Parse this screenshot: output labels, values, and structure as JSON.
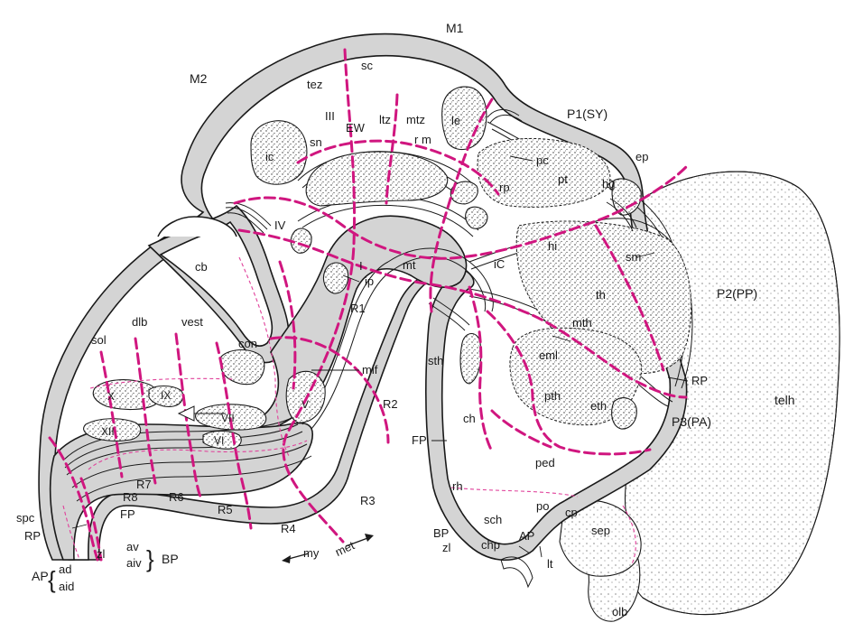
{
  "colors": {
    "boundary": "#d0167f",
    "tissue_gray": "#d4d4d4",
    "ink": "#1a1a1a"
  },
  "labels": {
    "M1": "M1",
    "M2": "M2",
    "tez": "tez",
    "sc": "sc",
    "ltz": "ltz",
    "mtz": "mtz",
    "le": "le",
    "P1SY": "P1(SY)",
    "ep": "ep",
    "III": "III",
    "EW": "EW",
    "sn": "sn",
    "rm": "r m",
    "pc": "pc",
    "pt": "pt",
    "hg": "hg",
    "ic": "ic",
    "rp": "rp",
    "IV": "IV",
    "cb": "cb",
    "hi": "hi",
    "sm": "sm",
    "I": "I",
    "ip": "ip",
    "mt": "mt",
    "iC": "iC",
    "th": "th",
    "P2PP": "P2(PP)",
    "R1": "R1",
    "dlb": "dlb",
    "vest": "vest",
    "sol": "sol",
    "con": "con",
    "mth": "mth",
    "sth": "sth",
    "eml": "eml",
    "mlf": "mlf",
    "X": "X",
    "IX": "IX",
    "VII": "VII",
    "XII": "XII",
    "VI": "VI",
    "V": "V",
    "R2": "R2",
    "RP_r": "RP",
    "pth": "pth",
    "eth": "eth",
    "telh": "telh",
    "P3PA": "P3(PA)",
    "ch": "ch",
    "FP_r": "FP",
    "ped": "ped",
    "R8": "R8",
    "R7": "R7",
    "R6": "R6",
    "R5": "R5",
    "R4": "R4",
    "R3": "R3",
    "FP_l": "FP",
    "rh": "rh",
    "po": "po",
    "cp": "cp",
    "spc": "spc",
    "RP_l": "RP",
    "sch": "sch",
    "sep": "sep",
    "AP_r": "AP",
    "BP_r": "BP",
    "zl_r": "zl",
    "chp": "chp",
    "lt": "lt",
    "my": "my",
    "met": "met",
    "zl_l": "zl",
    "av": "av",
    "aiv": "aiv",
    "BP_l": "BP",
    "AP_l": "AP",
    "ad": "ad",
    "aid": "aid",
    "olb": "olb"
  }
}
